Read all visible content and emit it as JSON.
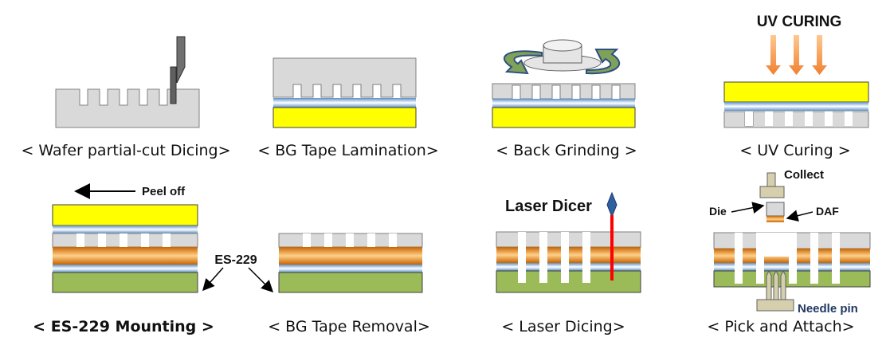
{
  "steps": [
    {
      "caption": "< Wafer partial-cut Dicing>"
    },
    {
      "caption": "< BG Tape Lamination>"
    },
    {
      "caption": "< Back Grinding >"
    },
    {
      "caption": "< UV Curing >"
    },
    {
      "caption": "< ES-229 Mounting >"
    },
    {
      "caption": "< BG Tape Removal>"
    },
    {
      "caption": "< Laser Dicing>"
    },
    {
      "caption": "< Pick and Attach>"
    }
  ],
  "labels": {
    "uv_curing": "UV CURING",
    "peel_off": "Peel off",
    "es229": "ES-229",
    "laser_dicer": "Laser Dicer",
    "collect": "Collect",
    "die": "Die",
    "daf": "DAF",
    "needle_pin": "Needle pin"
  },
  "colors": {
    "wafer": "#d9d9d9",
    "bg_tape": "#ffff00",
    "adhesive": "#9cc3e6",
    "es229_orange": "#e07b00",
    "substrate": "#9bbb59",
    "uv_arrow": "#f4a460",
    "laser": "#ff0000",
    "needle_pin_text": "#1f3864"
  }
}
